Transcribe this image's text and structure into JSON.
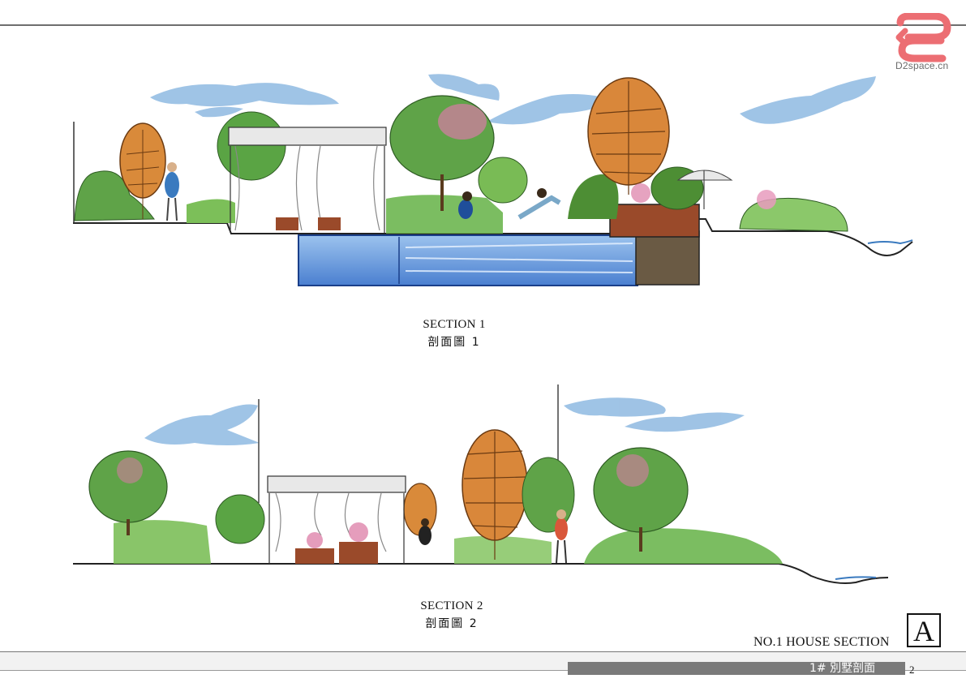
{
  "watermark": {
    "text": "D2space.cn",
    "brand_color": "#ec6e73"
  },
  "section1": {
    "title_en": "SECTION 1",
    "title_zh": "剖面圖  1"
  },
  "section2": {
    "title_en": "SECTION 2",
    "title_zh": "剖面圖  2"
  },
  "title_block": {
    "project_title": "NO.1 HOUSE SECTION",
    "sheet_letter": "A",
    "footer_label": "1# 別墅剖面",
    "page_number": "2"
  },
  "colors": {
    "water": "#5b8fd8",
    "sky": "#6ea6d8",
    "foliage": "#4f9a3a",
    "autumn_tree": "#d98a3a",
    "wood": "#9a4a2a"
  }
}
